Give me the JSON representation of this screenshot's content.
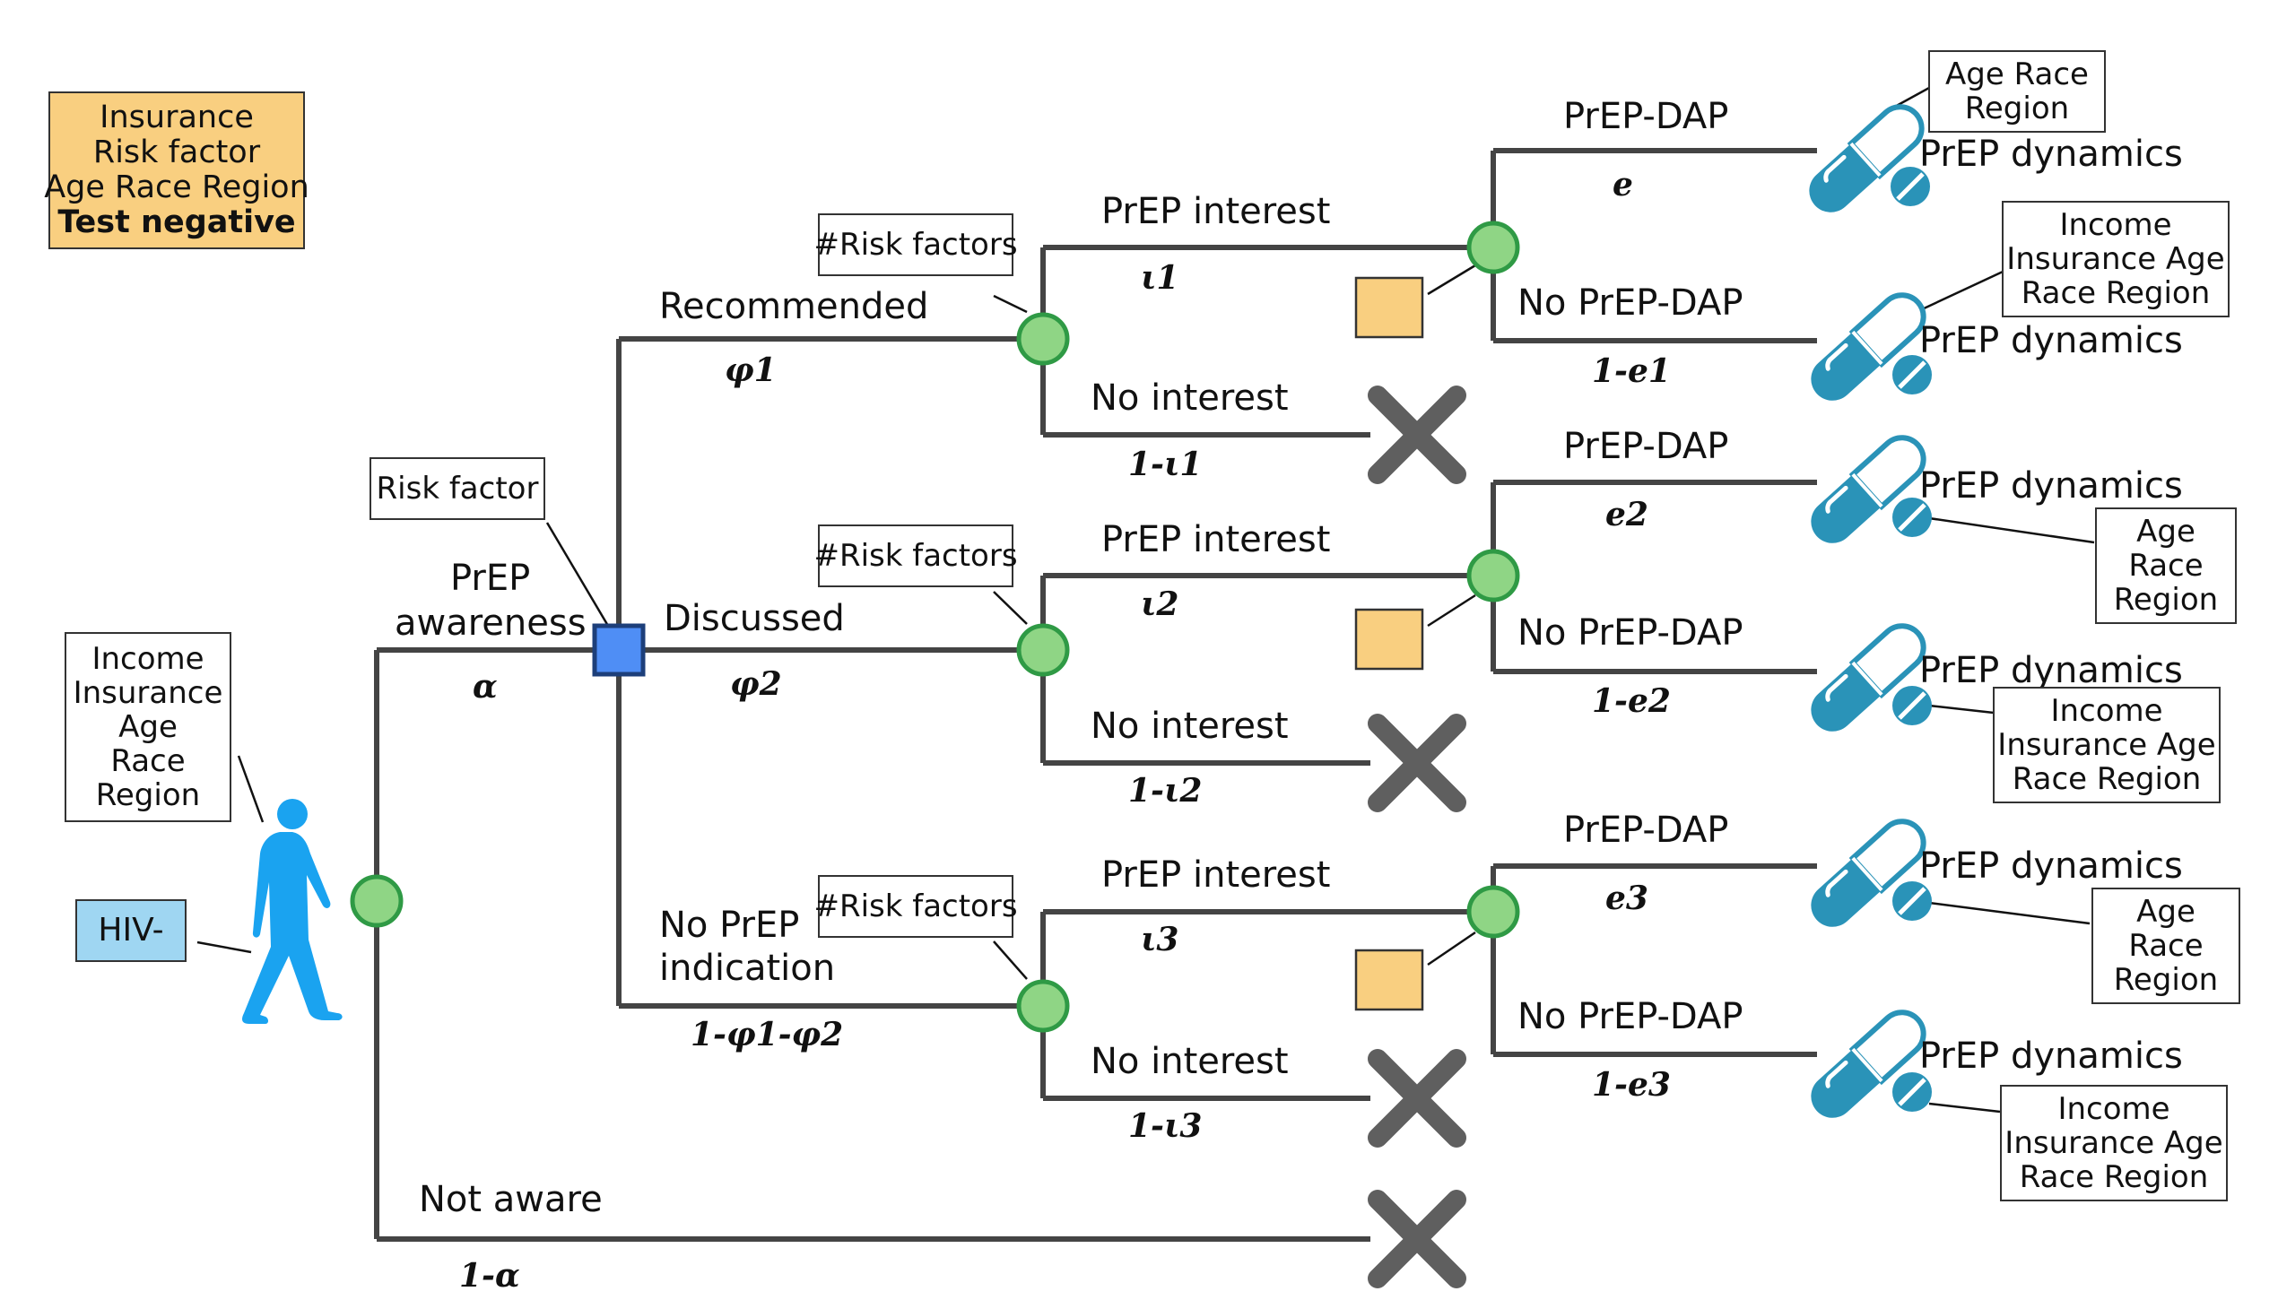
{
  "legend": {
    "lines": [
      "Insurance",
      "Risk factor",
      "Age Race Region"
    ],
    "bold_line": "Test negative",
    "color": "#f9cf80"
  },
  "start": {
    "status_label": "HIV-",
    "attributes": [
      "Income",
      "Insurance",
      "Age",
      "Race",
      "Region"
    ],
    "icon": "walking-person-icon",
    "icon_color": "#1aa3f0"
  },
  "awareness": {
    "label_line1": "PrEP",
    "label_line2": "awareness",
    "prob": "α",
    "not_aware_label": "Not aware",
    "not_aware_prob": "1-α",
    "decision_label": "Risk factor"
  },
  "branches": [
    {
      "label": "Recommended",
      "prob": "φ1",
      "risk_label": "#Risk factors",
      "interest_label": "PrEP interest",
      "interest_prob": "ι1",
      "no_interest_label": "No interest",
      "no_interest_prob": "1-ι1",
      "dap_label": "PrEP-DAP",
      "dap_prob": "e",
      "no_dap_label": "No PrEP-DAP",
      "no_dap_prob": "1-e1",
      "dap_outcome": "PrEP dynamics",
      "dap_attrs": [
        "Age Race",
        "Region"
      ],
      "no_dap_outcome": "PrEP dynamics",
      "no_dap_attrs": [
        "Income",
        "Insurance Age",
        "Race Region"
      ]
    },
    {
      "label": "Discussed",
      "prob": "φ2",
      "risk_label": "#Risk factors",
      "interest_label": "PrEP interest",
      "interest_prob": "ι2",
      "no_interest_label": "No interest",
      "no_interest_prob": "1-ι2",
      "dap_label": "PrEP-DAP",
      "dap_prob": "e2",
      "no_dap_label": "No PrEP-DAP",
      "no_dap_prob": "1-e2",
      "dap_outcome": "PrEP dynamics",
      "dap_attrs": [
        "Age",
        "Race",
        "Region"
      ],
      "no_dap_outcome": "PrEP dynamics",
      "no_dap_attrs": [
        "Income",
        "Insurance Age",
        "Race Region"
      ]
    },
    {
      "label_line1": "No PrEP",
      "label_line2": "indication",
      "prob": "1-φ1-φ2",
      "risk_label": "#Risk factors",
      "interest_label": "PrEP interest",
      "interest_prob": "ι3",
      "no_interest_label": "No interest",
      "no_interest_prob": "1-ι3",
      "dap_label": "PrEP-DAP",
      "dap_prob": "e3",
      "no_dap_label": "No PrEP-DAP",
      "no_dap_prob": "1-e3",
      "dap_outcome": "PrEP dynamics",
      "dap_attrs": [
        "Age",
        "Race",
        "Region"
      ],
      "no_dap_outcome": "PrEP dynamics",
      "no_dap_attrs": [
        "Income",
        "Insurance Age",
        "Race Region"
      ]
    }
  ],
  "colors": {
    "line": "#444444",
    "chance_node": "#8fd585",
    "chance_node_border": "#2f9a45",
    "decision_node": "#4f8ef5",
    "decision_node_border": "#1d3f7a",
    "terminal_x": "#5f5f5f",
    "pill": "#2a93b8",
    "orange_square": "#f9cf80"
  },
  "icons": {
    "chance": "chance-node-circle",
    "decision": "decision-node-square",
    "terminal": "terminal-x-icon",
    "pill": "pill-capsule-icon"
  }
}
